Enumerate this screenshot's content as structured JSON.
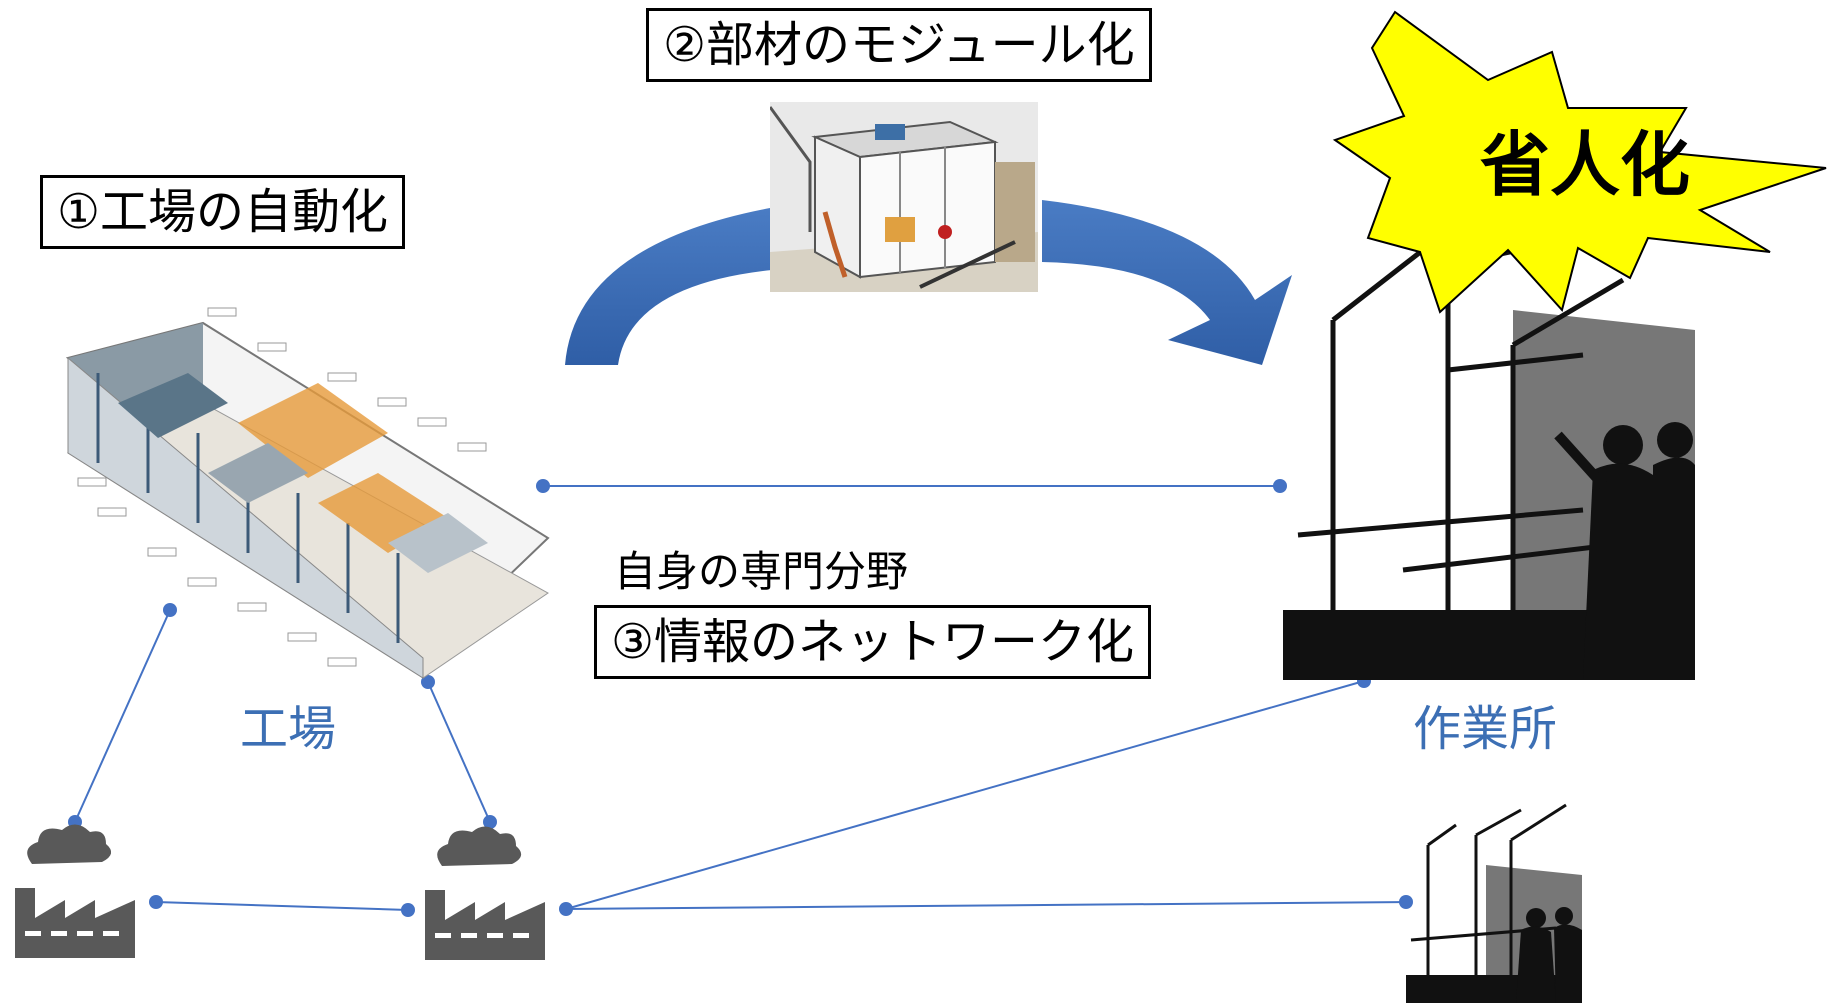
{
  "labels": {
    "factory_automation": "①工場の自動化",
    "module": "②部材のモジュール化",
    "network": "③情報のネットワーク化",
    "own_field": "自身の専門分野",
    "factory": "工場",
    "worksite": "作業所",
    "labor_saving": "省人化"
  },
  "colors": {
    "arrow": "#3a6bb5",
    "line": "#4472c4",
    "label_blue": "#3c6fb4",
    "burst": "#ffff00",
    "silhouette": "#111111",
    "factory_icon": "#595959"
  }
}
